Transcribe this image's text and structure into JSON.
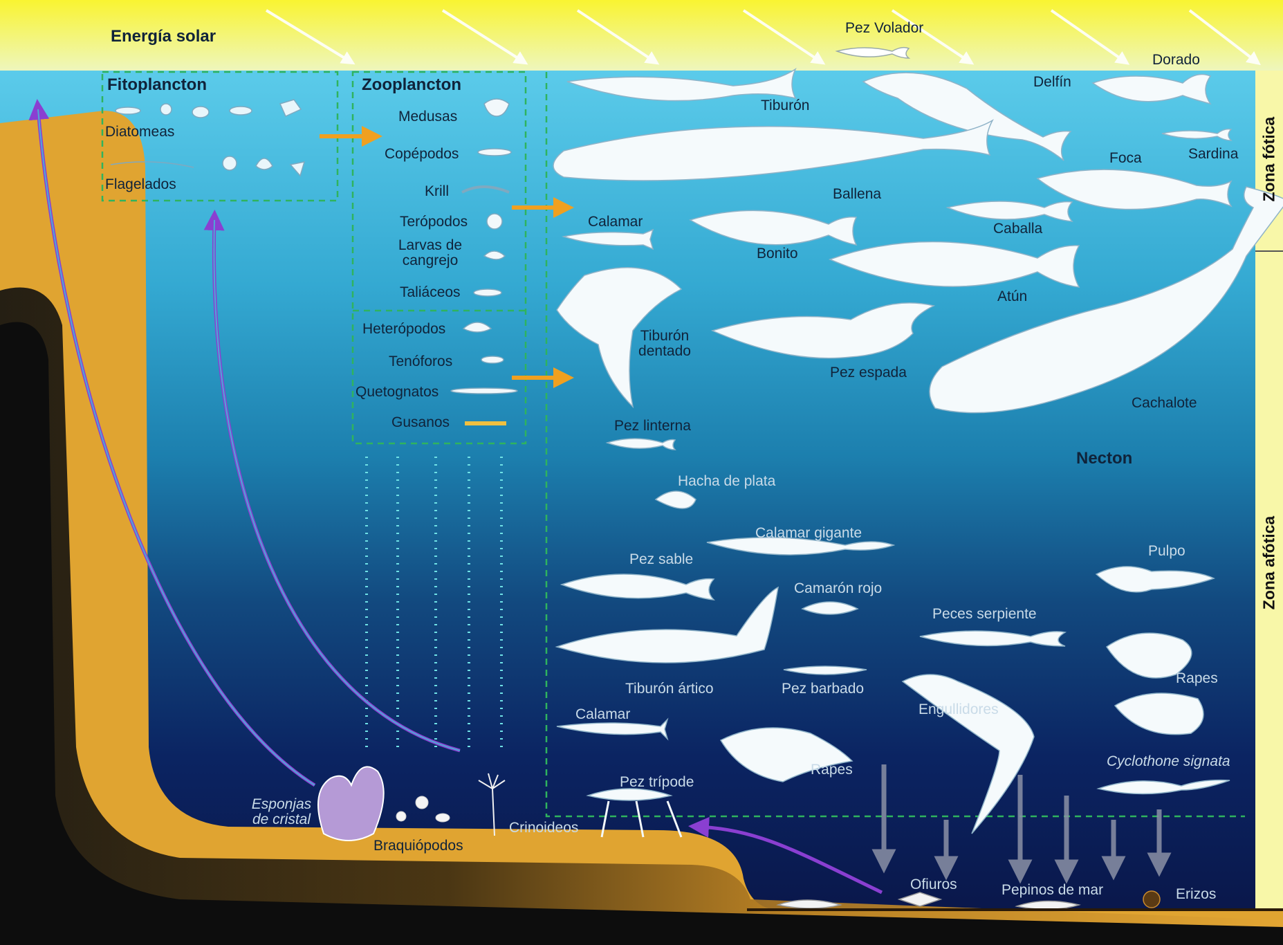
{
  "surface": {
    "solar_energy": "Energía solar",
    "flying_fish": "Pez Volador"
  },
  "phytoplankton": {
    "title": "Fitoplancton",
    "items": [
      "Diatomeas",
      "Flagelados"
    ]
  },
  "zooplankton": {
    "title": "Zooplancton",
    "upper": [
      "Medusas",
      "Copépodos",
      "Krill",
      "Terópodos",
      "Larvas de cangrejo",
      "Taliáceos"
    ],
    "lower": [
      "Heterópodos",
      "Tenóforos",
      "Quetognatos",
      "Gusanos"
    ]
  },
  "nekton": {
    "title": "Necton",
    "photic": [
      "Tiburón",
      "Delfín",
      "Dorado",
      "Sardina",
      "Foca",
      "Ballena",
      "Caballa",
      "Calamar",
      "Bonito",
      "Atún",
      "Tiburón dentado",
      "Pez espada",
      "Cachalote",
      "Pez linterna"
    ],
    "aphotic": [
      "Hacha de plata",
      "Calamar gigante",
      "Pez sable",
      "Pulpo",
      "Camarón rojo",
      "Peces serpiente",
      "Rapes",
      "Tiburón ártico",
      "Pez barbado",
      "Engullidores",
      "Calamar",
      "Rapes",
      "Cyclothone signata",
      "Pez trípode"
    ]
  },
  "benthos": {
    "glass_sponges": "Esponjas de cristal",
    "brachiopods": "Braquiópodos",
    "crinoids": "Crinoideos",
    "brittle_stars": "Ofiuros",
    "sea_cucumbers": "Pepinos de mar",
    "urchins": "Erizos"
  },
  "zones": {
    "photic": "Zona fótica",
    "aphotic": "Zona afótica"
  },
  "colors": {
    "sky": "#f7f542",
    "water_top": "#4fc3e6",
    "water_bottom": "#081a4e",
    "shelf": "#e0a431",
    "sidebar": "#f8f7a8",
    "arrow_purple": "#8a3fd1",
    "arrow_orange": "#f0a020",
    "dashed_box": "#2fb35e"
  }
}
